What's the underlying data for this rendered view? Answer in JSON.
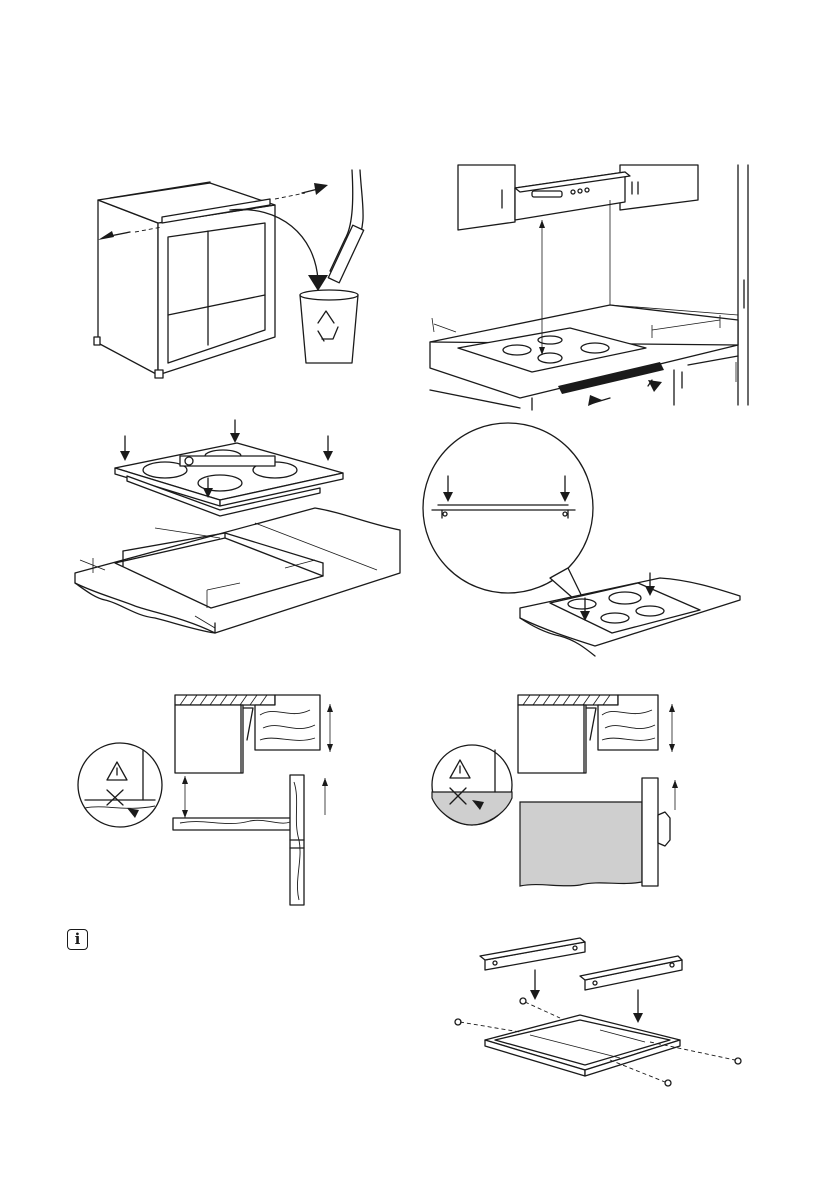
{
  "info": {
    "glyph": "i"
  },
  "figures": [
    "remove-cabinet-strip",
    "cooktop-clearances",
    "cutout-dimensions",
    "seal-installation",
    "installation-over-cabinet",
    "installation-over-oven",
    "protection-box-assembly"
  ],
  "icons": {
    "recycle": "recycle-bin-icon",
    "warning": "warning-triangle-icon",
    "info": "info-icon"
  },
  "colors": {
    "line": "#1a1a1a",
    "fill_gray": "#cfcfcf",
    "background": "#ffffff"
  }
}
